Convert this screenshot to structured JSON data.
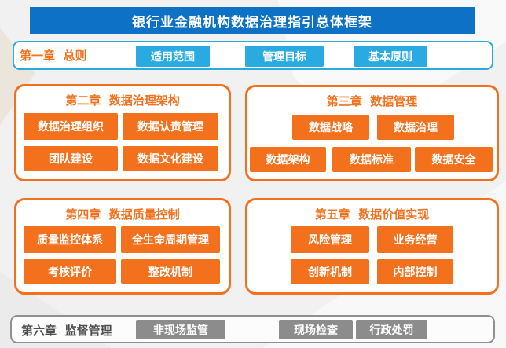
{
  "title": "银行业金融机构数据治理指引总体框架",
  "colors": {
    "header_bg": "#0d72c5",
    "accent_cyan": "#29abe2",
    "accent_orange": "#f3711d",
    "gray_button": "#8c8c8c",
    "gray_border": "#909090",
    "dark_text": "#4d4d4d",
    "page_bg": "#f1f1f2"
  },
  "chapters": {
    "c1": {
      "label": "第一章  总则",
      "items": [
        "适用范围",
        "管理目标",
        "基本原则"
      ]
    },
    "c2": {
      "title": "第二章  数据治理架构",
      "items": [
        "数据治理组织",
        "数据认责管理",
        "团队建设",
        "数据文化建设"
      ]
    },
    "c3": {
      "title": "第三章  数据管理",
      "items": [
        "数据战略",
        "数据治理",
        "数据架构",
        "数据标准",
        "数据安全"
      ]
    },
    "c4": {
      "title": "第四章  数据质量控制",
      "items": [
        "质量监控体系",
        "全生命周期管理",
        "考核评价",
        "整改机制"
      ]
    },
    "c5": {
      "title": "第五章  数据价值实现",
      "items": [
        "风险管理",
        "业务经营",
        "创新机制",
        "内部控制"
      ]
    },
    "c6": {
      "label": "第六章  监督管理",
      "items": [
        "非现场监管",
        "现场检查",
        "行政处罚"
      ]
    }
  }
}
